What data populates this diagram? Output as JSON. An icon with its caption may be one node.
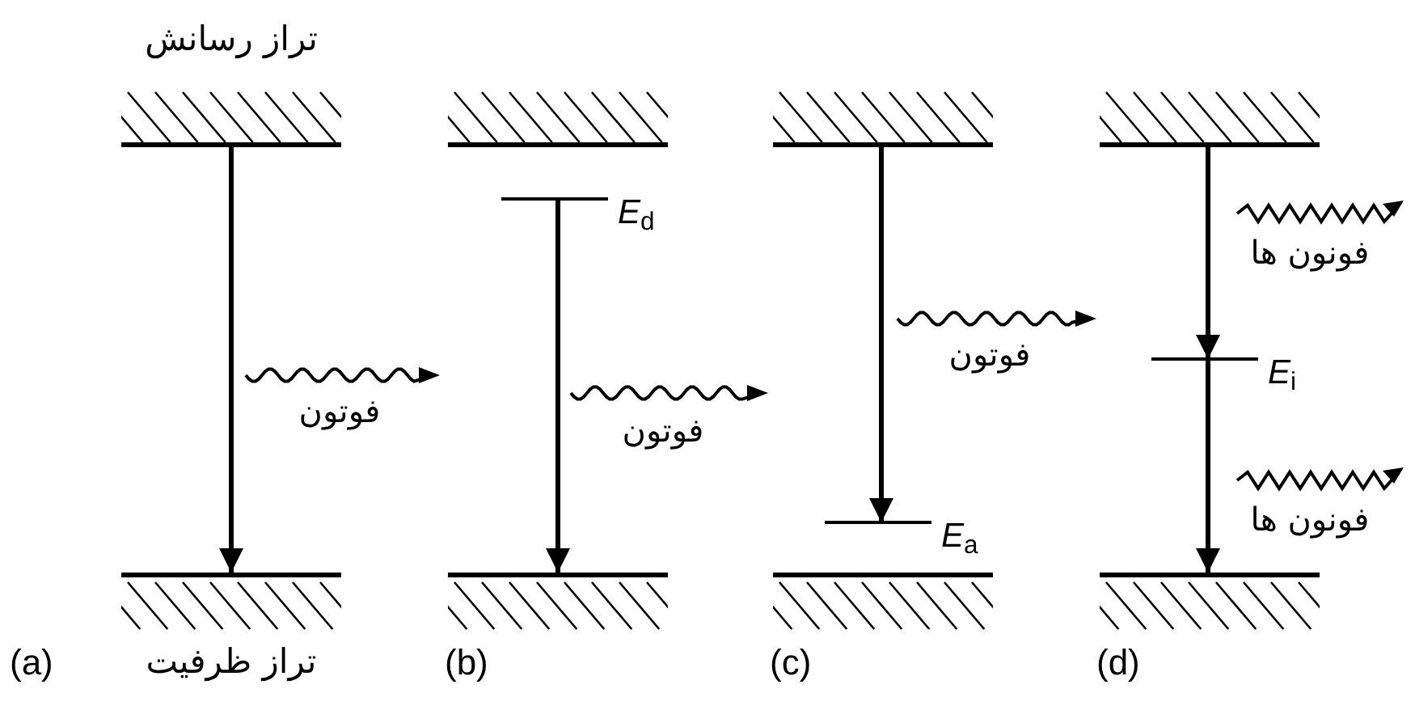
{
  "diagram": {
    "nodes": [
      {
        "text": [
          "تراز رسانش"
        ]
      },
      {
        "text": [
          "تراز ظرفیت"
        ]
      },
      {
        "text": [],
        "shape": "bar"
      },
      {
        "text": [
          "*E*$_{d}$"
        ]
      },
      {
        "text": [],
        "shape": "bar"
      },
      {
        "text": [],
        "shape": "bar"
      },
      {
        "text": [
          "*E*$_{a}$"
        ]
      },
      {
        "text": [],
        "shape": "bar"
      },
      {
        "text": [],
        "shape": "bar"
      },
      {
        "text": [
          "*E*$_{i}$"
        ]
      },
      {
        "text": [],
        "shape": "bar"
      }
    ],
    "edges": [
      {
        "from": 0,
        "to": 1,
        "arrow": "to"
      },
      {
        "from": 3,
        "to": 4,
        "arrow": "to"
      },
      {
        "from": 5,
        "to": 6,
        "arrow": "to"
      },
      {
        "from": 8,
        "to": 9,
        "arrow": "to"
      },
      {
        "from": 9,
        "to": 10,
        "arrow": "to"
      }
    ],
    "labels": [
      "فوتون",
      "فوتون",
      "فوتون",
      "فونون ها",
      "فونون ها",
      "(a)",
      "(b)",
      "(c)",
      "(d)"
    ]
  }
}
